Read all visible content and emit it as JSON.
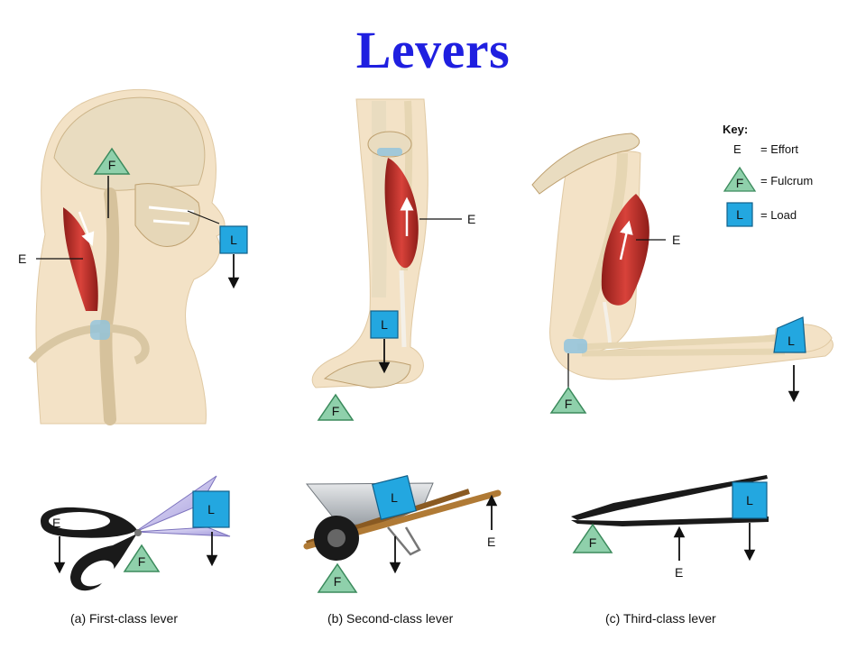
{
  "title": "Levers",
  "symbols": {
    "effort": "E",
    "fulcrum": "F",
    "load": "L"
  },
  "key": {
    "heading": "Key:",
    "items": [
      {
        "symbol": "E",
        "text": "= Effort"
      },
      {
        "symbol": "F",
        "text": "= Fulcrum"
      },
      {
        "symbol": "L",
        "text": "= Load"
      }
    ]
  },
  "captions": {
    "first": "(a) First-class lever",
    "second": "(b) Second-class lever",
    "third": "(c) Third-class lever"
  },
  "colors": {
    "title": "#1f1fe0",
    "fulcrum_fill": "#8fd0ab",
    "fulcrum_stroke": "#3b8a5c",
    "load_fill": "#23a7e0",
    "load_stroke": "#11608a",
    "muscle": "#c8312b",
    "bone": "#e9dcc0",
    "skin": "#f3e2c6"
  }
}
